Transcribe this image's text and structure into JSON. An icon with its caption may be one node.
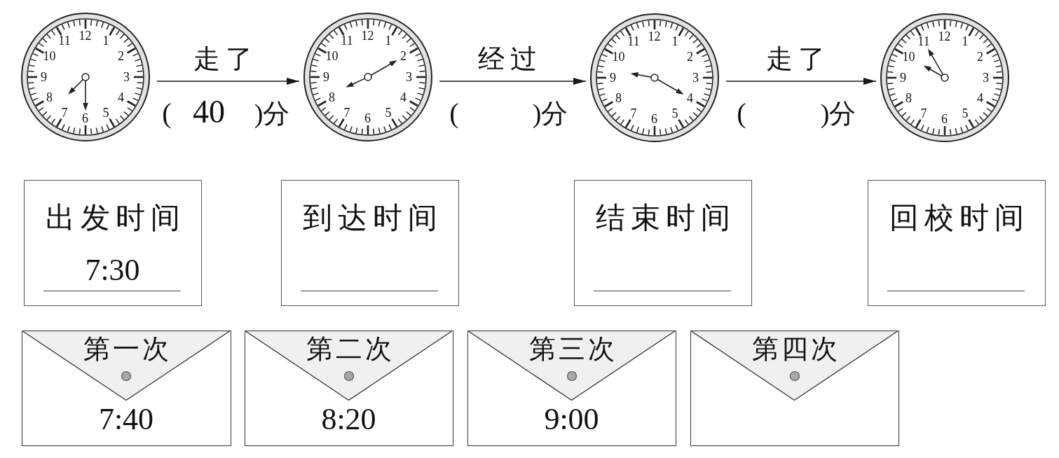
{
  "diagram": {
    "nodes": [
      {
        "text": [
          "12",
          "1",
          "2",
          "3",
          "4",
          "5",
          "6",
          "7",
          "8",
          "9",
          "10",
          "11"
        ]
      },
      {
        "text": [
          "12",
          "1",
          "2",
          "3",
          "4",
          "5",
          "6",
          "7",
          "8",
          "9",
          "10",
          "11"
        ]
      },
      {
        "text": [
          "12",
          "1",
          "2",
          "3",
          "4",
          "5",
          "6",
          "7",
          "8",
          "9",
          "10",
          "11"
        ]
      },
      {
        "text": [
          "12",
          "1",
          "2",
          "3",
          "4",
          "5",
          "6",
          "7",
          "8",
          "9",
          "10",
          "11"
        ]
      },
      {
        "text": [
          "出发时间",
          "7:30"
        ]
      },
      {
        "text": [
          "到达时间"
        ]
      },
      {
        "text": [
          "结束时间"
        ]
      },
      {
        "text": [
          "回校时间"
        ]
      },
      {
        "text": [
          "第一次",
          "7:40"
        ]
      },
      {
        "text": [
          "第二次",
          "8:20"
        ]
      },
      {
        "text": [
          "第三次",
          "9:00"
        ]
      },
      {
        "text": [
          "第四次"
        ]
      }
    ],
    "edges": [
      {
        "from": 0,
        "to": 1,
        "arrow": "to",
        "label": "走了"
      },
      {
        "from": 1,
        "to": 2,
        "arrow": "to",
        "label": "经过"
      },
      {
        "from": 2,
        "to": 3,
        "arrow": "to",
        "label": "走了"
      }
    ],
    "labels": [
      "(",
      "40",
      ")分",
      "(",
      ")分",
      "(",
      ")分"
    ]
  }
}
